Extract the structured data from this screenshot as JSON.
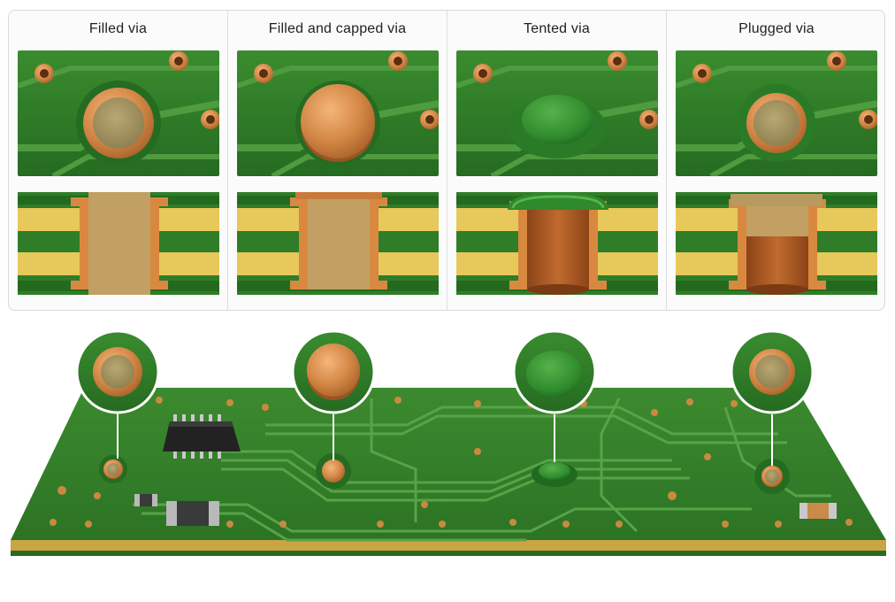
{
  "panels": [
    {
      "id": "filled",
      "title": "Filled via"
    },
    {
      "id": "filled-capped",
      "title": "Filled and capped via"
    },
    {
      "id": "tented",
      "title": "Tented via"
    },
    {
      "id": "plugged",
      "title": "Plugged via"
    }
  ],
  "colors": {
    "solder_mask": "#2f7d28",
    "solder_mask_dark": "#1f5f1c",
    "copper": "#d9893f",
    "copper_dark": "#b76a2a",
    "fr4_core": "#e7c85a",
    "fill_epoxy": "#c2a063",
    "card_border": "#d9d9d9"
  },
  "icons": [
    "via-ring-icon",
    "copper-cap-icon",
    "mask-dome-icon",
    "plug-ring-icon",
    "ic-chip-icon",
    "smd-component-icon"
  ]
}
